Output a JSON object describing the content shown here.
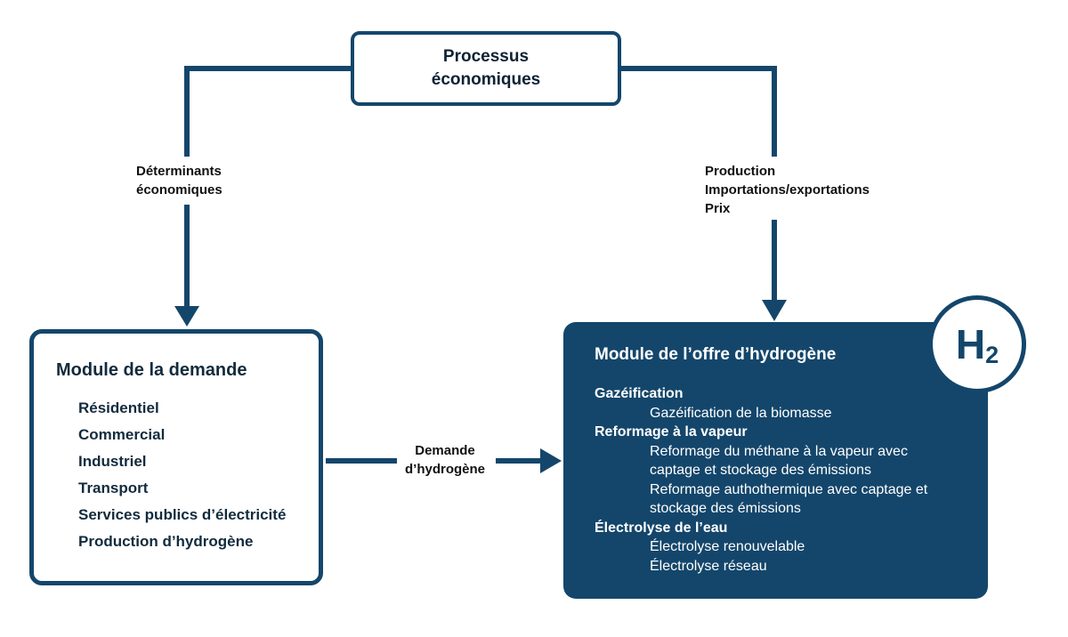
{
  "diagram": {
    "colors": {
      "accent_navy": "#14466B",
      "title_navy": "#122B3D",
      "label_black": "#111111",
      "supply_text": "#FFFFFF"
    },
    "top_box": {
      "title": "Processus\néconomiques"
    },
    "edges": {
      "left_label": "Déterminants\néconomiques",
      "right_label": "Production\nImportations/exportations\nPrix",
      "middle_label": "Demande\nd’hydrogène"
    },
    "demand_module": {
      "title": "Module de la demande",
      "items": [
        "Résidentiel",
        "Commercial",
        "Industriel",
        "Transport",
        "Services publics d’électricité",
        "Production d’hydrogène"
      ]
    },
    "supply_module": {
      "title": "Module de l’offre d’hydrogène",
      "badge": {
        "symbol": "H",
        "subscript": "2"
      },
      "sections": [
        {
          "heading": "Gazéification",
          "items": [
            "Gazéification de la biomasse"
          ]
        },
        {
          "heading": "Reformage à la vapeur",
          "items": [
            "Reformage du méthane à la vapeur avec captage et stockage des émissions",
            "Reformage authothermique avec captage et stockage des émissions"
          ]
        },
        {
          "heading": "Électrolyse de l’eau",
          "items": [
            "Électrolyse renouvelable",
            "Électrolyse réseau"
          ]
        }
      ]
    }
  }
}
